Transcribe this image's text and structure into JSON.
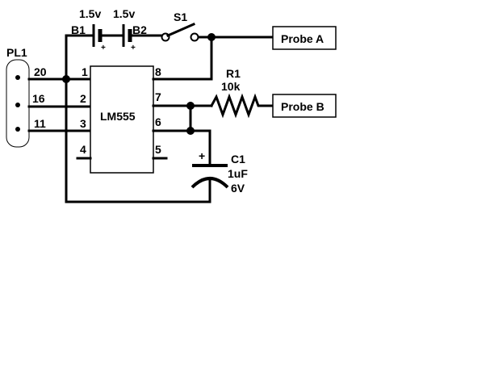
{
  "connector": {
    "name": "PL1",
    "pins": [
      "20",
      "16",
      "11"
    ]
  },
  "batteries": [
    {
      "name": "B1",
      "voltage": "1.5v",
      "plus": "+"
    },
    {
      "name": "B2",
      "voltage": "1.5v",
      "plus": "+"
    }
  ],
  "switch": {
    "name": "S1"
  },
  "ic": {
    "name": "LM555",
    "left_pins": [
      "1",
      "2",
      "3",
      "4"
    ],
    "right_pins": [
      "8",
      "7",
      "6",
      "5"
    ]
  },
  "resistor": {
    "name": "R1",
    "value": "10k"
  },
  "capacitor": {
    "name": "C1",
    "value": "1uF",
    "voltage": "6V",
    "plus": "+"
  },
  "probes": {
    "a": "Probe A",
    "b": "Probe B"
  }
}
